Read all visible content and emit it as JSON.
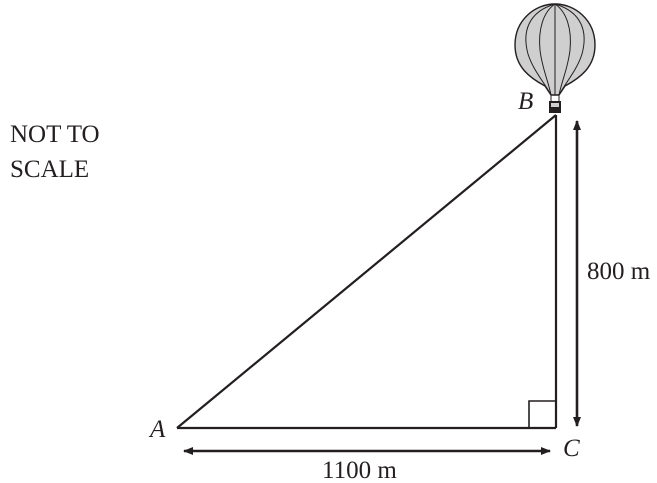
{
  "note": {
    "line1": "NOT TO",
    "line2": "SCALE"
  },
  "vertices": {
    "a": "A",
    "b": "B",
    "c": "C"
  },
  "measurements": {
    "horizontal": "1100 m",
    "vertical": "800 m"
  },
  "icons": {
    "balloon": "hot-air-balloon-icon",
    "right_angle": "right-angle-marker"
  },
  "colors": {
    "ink": "#231f20",
    "balloon_fill": "#cfcfcf"
  }
}
